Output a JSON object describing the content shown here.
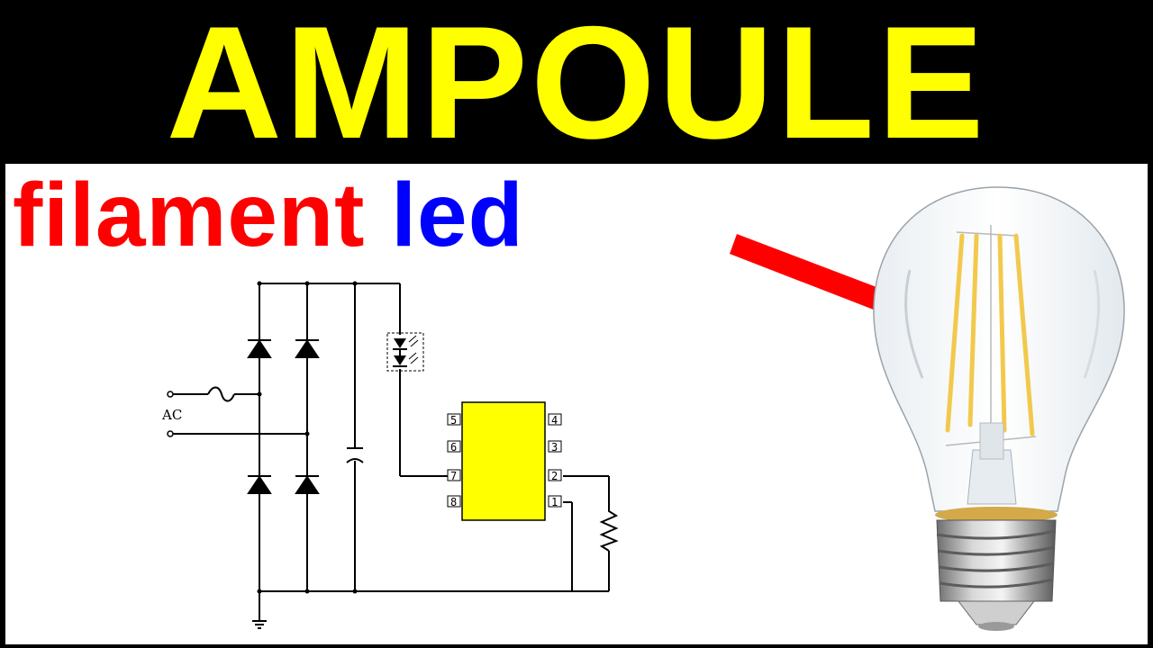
{
  "header": {
    "title": "AMPOULE"
  },
  "subtitle": {
    "word1": "filament",
    "word2": "led"
  },
  "schematic": {
    "ac_label": "AC",
    "chip_pins_left": [
      "5",
      "6",
      "7",
      "8"
    ],
    "chip_pins_right": [
      "4",
      "3",
      "2",
      "1"
    ]
  },
  "colors": {
    "title": "#ffff00",
    "word1": "#ff0000",
    "word2": "#0000ff",
    "arrow": "#ff0000",
    "chip": "#ffff00",
    "filament": "#f2c94c"
  }
}
